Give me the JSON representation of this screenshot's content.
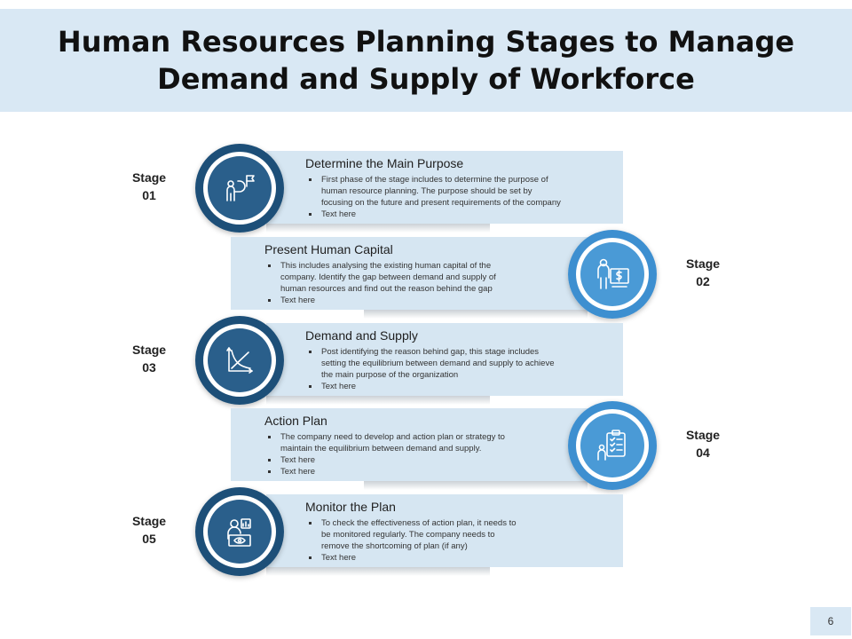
{
  "header": {
    "title": "Human Resources Planning Stages to Manage\nDemand and Supply of Workforce"
  },
  "stages": [
    {
      "label": "Stage\n01",
      "title": "Determine the Main Purpose",
      "icon": "flag-goal-icon",
      "bullets": [
        "First phase of the stage includes to determine the purpose of\nhuman resource planning. The purpose should be set by\nfocusing on the future and present requirements of the company",
        "Text here"
      ]
    },
    {
      "label": "Stage\n02",
      "title": "Present Human Capital",
      "icon": "person-money-icon",
      "bullets": [
        "This includes analysing the existing human capital of the\ncompany. Identify the gap between demand and supply of\nhuman resources and find out the reason behind the gap",
        "Text here"
      ]
    },
    {
      "label": "Stage\n03",
      "title": "Demand and Supply",
      "icon": "demand-supply-graph-icon",
      "bullets": [
        "Post identifying the reason behind gap, this stage includes\nsetting the equilibrium between demand and supply to achieve\nthe main purpose of the organization",
        "Text here"
      ]
    },
    {
      "label": "Stage\n04",
      "title": "Action Plan",
      "icon": "clipboard-plan-icon",
      "bullets": [
        "The company need to develop and action plan or strategy to\nmaintain the equilibrium between demand and supply.",
        "Text here",
        "Text here"
      ]
    },
    {
      "label": "Stage\n05",
      "title": "Monitor the Plan",
      "icon": "monitor-person-icon",
      "bullets": [
        "To check the effectiveness of action plan, it needs to\nbe monitored regularly. The company needs to\nremove the shortcoming of plan (if any)",
        "Text here"
      ]
    }
  ],
  "footer": {
    "page_number": "6"
  }
}
